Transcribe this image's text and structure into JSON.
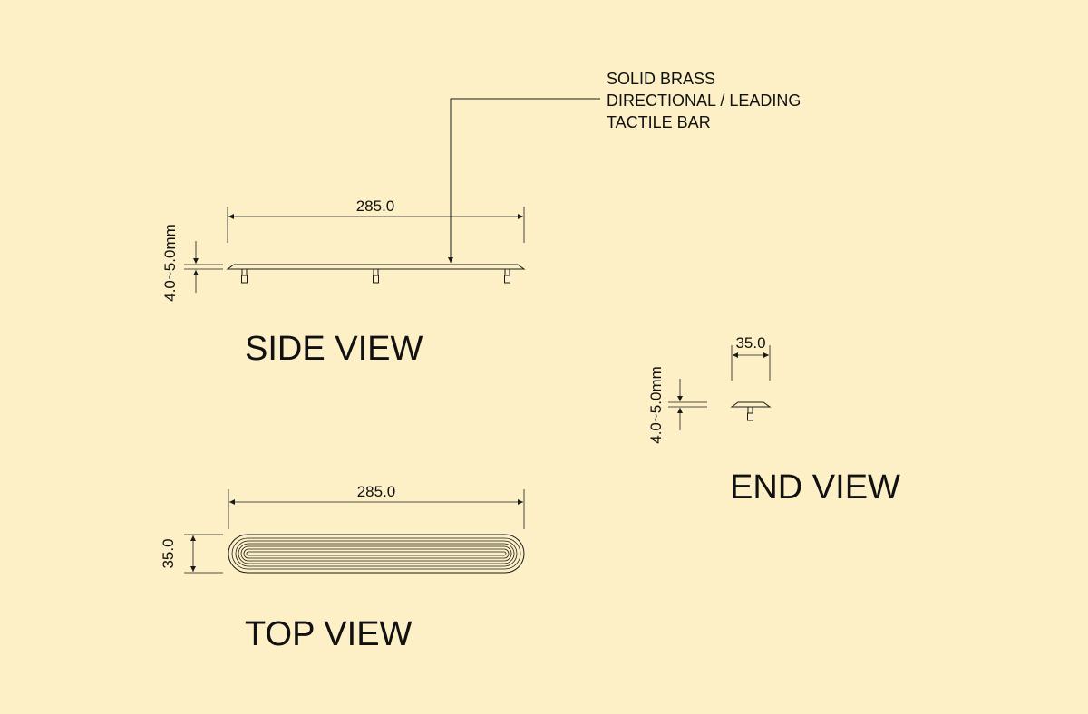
{
  "callout": {
    "line1": "SOLID BRASS",
    "line2": "DIRECTIONAL / LEADING",
    "line3": "TACTILE BAR"
  },
  "side_view": {
    "title": "SIDE VIEW",
    "length_dim": "285.0",
    "height_dim": "4.0~5.0mm"
  },
  "top_view": {
    "title": "TOP VIEW",
    "length_dim": "285.0",
    "width_dim": "35.0"
  },
  "end_view": {
    "title": "END VIEW",
    "width_dim": "35.0",
    "height_dim": "4.0~5.0mm"
  },
  "colors": {
    "background": "#fdf0c6",
    "line": "#1a1a1a"
  }
}
